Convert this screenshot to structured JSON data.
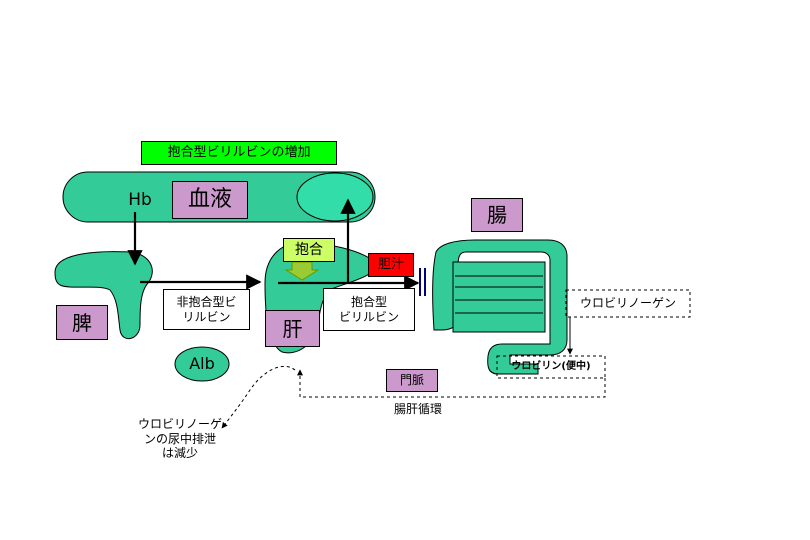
{
  "labels": {
    "banner": "抱合型ビリルビンの増加",
    "hb": "Hb",
    "blood": "血液",
    "spleen": "脾",
    "liver": "肝",
    "intestine": "腸",
    "conjugation": "抱合",
    "bile": "胆汁",
    "unconjugated": "非抱合型ビ\nリルビン",
    "conjugated": "抱合型\nビリルビン",
    "alb": "Alb",
    "urobilinogen": "ウロビリノーゲン",
    "urobilin_feces": "ウロビリン(便中)",
    "portal_vein": "門脈",
    "enterohepatic": "腸肝循環",
    "urine_decrease": "ウロビリノーゲ\nンの尿中排泄\nは減少"
  },
  "colors": {
    "organ_fill": "#33cc99",
    "blood_highlight": "#33ddaa",
    "banner_fill": "#00ff00",
    "purple_fill": "#cc99cc",
    "bile_fill": "#ff0000",
    "conjugation_fill": "#ccff66",
    "small_arrow_fill": "#99cc33",
    "bar_color": "#000080"
  }
}
